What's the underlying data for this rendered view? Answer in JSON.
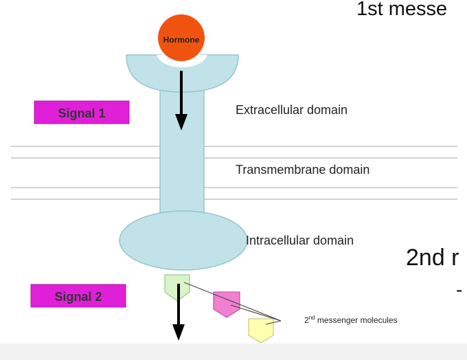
{
  "slide": {
    "heading_top": "1st messe",
    "heading_second": "2nd r",
    "heading_dash": "-"
  },
  "diagram": {
    "hormone_label": "Hormone",
    "signal_1": "Signal 1",
    "signal_2": "Signal 2",
    "extracellular": "Extracellular domain",
    "transmembrane": "Transmembrane domain",
    "intracellular": "Intracellular domain",
    "second_messenger_prefix": "2",
    "second_messenger_sup": "nd",
    "second_messenger_rest": " messenger molecules"
  },
  "colors": {
    "hormone": "#f0530f",
    "receptor": "#c0e2e8",
    "signal_box": "#e020d8",
    "messenger_green": "#d8f5c8",
    "messenger_pink": "#f080d0",
    "messenger_yellow": "#ffffb0"
  }
}
